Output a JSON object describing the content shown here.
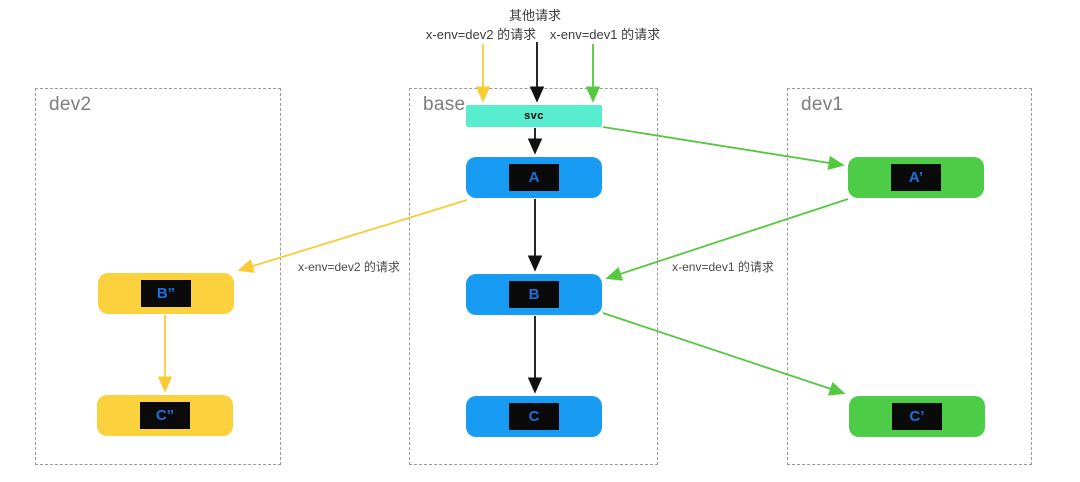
{
  "colors": {
    "svc_bar": "#57EDCE",
    "node_blue": "#189BF2",
    "node_yellow": "#FBD23D",
    "node_green": "#4CCC47",
    "chip_background": "#0A0A0A",
    "chip_text_blue": "#1D6FDC",
    "arrow_black": "#111111",
    "arrow_yellow": "#FBCB35",
    "arrow_green": "#54C83E",
    "group_border_gray": "#9B9B9B",
    "group_label_gray": "#7D7D7D"
  },
  "top_labels": {
    "other": "其他请求",
    "dev2": "x-env=dev2 的请求",
    "dev1": "x-env=dev1 的请求"
  },
  "edge_labels": {
    "dev2_route": "x-env=dev2 的请求",
    "dev1_route": "x-env=dev1 的请求"
  },
  "groups": {
    "dev2": "dev2",
    "base": "base",
    "dev1": "dev1"
  },
  "nodes": {
    "svc": "svc",
    "a": "A",
    "b": "B",
    "c": "C",
    "b2": "B”",
    "c2": "C”",
    "a1": "A’",
    "c1": "C’"
  }
}
